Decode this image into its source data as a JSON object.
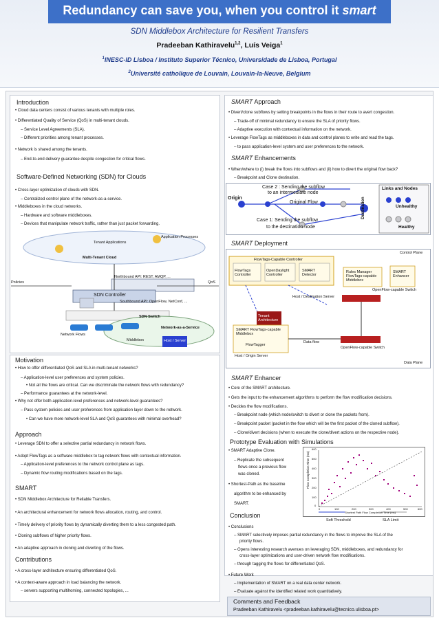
{
  "header": {
    "title_prefix": "Redundancy can save you, when you control it",
    "title_italic": "smart",
    "subtitle": "SDN Middlebox Architecture for Resilient Transfers",
    "authors": "Pradeeban Kathiravelu",
    "authors_sup": "1,2",
    "authors_sep": ", Luís Veiga",
    "authors_sup2": "1",
    "affil1_sup": "1",
    "affil1": "INESC-ID Lisboa / Instituto Superior Técnico, Universidade de Lisboa, Portugal",
    "affil2_sup": "2",
    "affil2": "Université catholique de Louvain, Louvain-la-Neuve, Belgium"
  },
  "left": {
    "intro": {
      "title": "Introduction",
      "lines": [
        "• Cloud data centers consist of various tenants with multiple roles.",
        "• Differentiated Quality of Service (QoS) in multi-tenant clouds.",
        "– Service Level Agreements (SLA).",
        "– Different priorities among tenant processes.",
        "• Network is shared among the tenants.",
        "– End-to-end delivery guarantee despite congestion for critical flows."
      ]
    },
    "sdn": {
      "title": "Software-Defined Networking (SDN) for Clouds",
      "lines": [
        "• Cross-layer optimization of clouds with SDN.",
        "– Centralized control plane of the network-as-a-service.",
        "• Middleboxes in the cloud networks.",
        "– Hardware and software middleboxes.",
        "– Devices that manipulate network traffic, rather than just packet forwarding."
      ],
      "fig": {
        "tenant_apps": "Tenant Applications",
        "app_procs": "Application Processes",
        "cloud": "Multi-Tenant Cloud",
        "northbound": "Northbound API: REST, AMQP, ...",
        "policies": "Policies",
        "qos": "QoS",
        "controller": "SDN Controller",
        "southbound": "Southbound API: OpenFlow, NetConf, ...",
        "sdn_switch": "SDN Switch",
        "naas": "Network-as-a-Service",
        "net_flows": "Network Flows",
        "middlebox": "Middlebox",
        "host": "Host / Server"
      }
    },
    "motivation": {
      "title": "Motivation",
      "lines": [
        "• How to offer differentiated QoS and SLA in multi-tenant networks?",
        "– Application-level user preferences and system policies.",
        "• Not all the flows are critical. Can we discriminate the network flows with redundancy?",
        "– Performance guarantees at the network-level.",
        "• Why not offer both application-level preferences and network-level guarantees?",
        "– Pass system policies and user preferences from application layer down to the network.",
        "• Can we have more network-level SLA and QoS guarantees with minimal overhead?"
      ]
    },
    "approach": {
      "title": "Approach",
      "lines": [
        "• Leverage SDN to offer a selective partial redundancy in network flows.",
        "• Adopt FlowTags as a software middlebox to tag network flows with contextual information.",
        "– Application-level preferences to the network control plane as tags.",
        "– Dynamic flow routing modifications based on the tags."
      ]
    },
    "smart": {
      "title": "SMART",
      "lines": [
        "• SDN Middlebox Architecture for Reliable Transfers.",
        "• An architectural enhancement for network flows allocation, routing, and control.",
        "• Timely delivery of priority flows by dynamically diverting them to a less congested path.",
        "• Cloning subflows of higher priority flows.",
        "• An adaptive approach in cloning and diverting of the flows."
      ]
    },
    "contrib": {
      "title": "Contributions",
      "lines": [
        "• A cross-layer architecture ensuring differentiated QoS.",
        "• A context-aware approach in load balancing the network.",
        "– servers supporting multihoming, connected topologies, ..."
      ]
    }
  },
  "right": {
    "smart_approach": {
      "title_italic": "SMART",
      "title_rest": "Approach",
      "lines": [
        "• Divert/clone subflows by setting breakpoints in the flows in their route to avert congestion.",
        "– Trade-off of minimal redundancy to ensure the SLA of priority flows.",
        "– Adaptive execution with contextual information on the network.",
        "• Leverage FlowTags as middleboxes in data and control planes to write and read the tags.",
        "– to pass application-level system and user preferences to the network."
      ]
    },
    "enhancements": {
      "title_italic": "SMART",
      "title_rest": "Enhancements",
      "lines": [
        "• When/where to (i) break the flows into subflows and (ii) how to divert the original flow back?",
        "– Breakpoint and Clone destination."
      ],
      "fig": {
        "case2": "Case 2 : Sending the subflow",
        "case2b": "to an intermediate node",
        "origin": "Origin",
        "original": "Original Flow",
        "case1": "Case 1: Sending the subflow",
        "case1b": "to the destination node",
        "destination": "Destination",
        "legend_title": "Links and Nodes",
        "unhealthy": "Unhealthy",
        "healthy": "Healthy"
      }
    },
    "deployment": {
      "title_italic": "SMART",
      "title_rest": "Deployment",
      "fig": {
        "control_plane": "Control Plane",
        "ftc": "FlowTags-Capable Controller",
        "flowtags_ctrl": "FlowTags Controller",
        "odl": "OpenDaylight Controller",
        "smart_det": "SMART Detector",
        "rules": "Rules Manager FlowTags-capable Middlebox",
        "smart_enh": "SMART Enhancer",
        "tenant": "Tenant Architecture",
        "host_dest": "Host / Destination Server",
        "ofswitch": "OpenFlow-capable Switch",
        "smart_ftmb": "SMART FlowTags-capable Middlebox",
        "flowtagger": "FlowTagger",
        "host_origin": "Host / Origin Server",
        "data_flow": "Data flow",
        "ofswitch2": "OpenFlow-capable Switch",
        "data_plane": "Data Plane"
      }
    },
    "enhancer": {
      "title_italic": "SMART",
      "title_rest": "Enhancer",
      "lines": [
        "• Core of the SMART architecture.",
        "• Gets the input to the enhancement algorithms to perform the flow modification decisions.",
        "• Decides the flow modifications.",
        "– Breakpoint node (which node/switch to divert or clone the packets from).",
        "– Breakpoint packet (packet in the flow which will be the first packet of the cloned subflow).",
        "– Clone/divert decisions (when to execute the clone/divert actions on the respective node)."
      ]
    },
    "prototype": {
      "title": "Prototype Evaluation with Simulations",
      "lines": [
        "• SMART Adaptive Clone.",
        "– Replicate the subsequent",
        "flows once a previous flow",
        "was cloned.",
        "• Shortest-Path as the baseline",
        "algorithm to be enhanced by",
        "SMART."
      ],
      "chart": {
        "ylabel": "Flow Completion Time (ms)",
        "xlabel": "Shortest Path Flow Completion Time (ms)",
        "yticks": [
          "600",
          "500",
          "400",
          "300",
          "200",
          "100",
          "0"
        ],
        "xticks": [
          "0",
          "100",
          "200",
          "300",
          "400",
          "500",
          "600"
        ],
        "legend_a": "Soft Threshold",
        "legend_b": "SLA Limit"
      }
    },
    "conclusion": {
      "title": "Conclusion",
      "lines": [
        "• Conclusions",
        "– SMART selectively imposes partial redundancy in the flows to improve the SLA of the",
        "priority flows.",
        "– Opens interesting research avenues on leveraging SDN, middleboxes, and redundancy for",
        "cross-layer optimizations and user-driven network flow modifications.",
        "– through tagging the flows for differentiated QoS.",
        "• Future Work",
        "– Implementation of SMART on a real data center network.",
        "– Evaluate against the identified related work quantitatively."
      ]
    },
    "comments": {
      "title": "Comments and Feedback",
      "contact": "Pradeeban Kathiravelu <pradeeban.kathiravelu@tecnico.ulisboa.pt>"
    }
  },
  "colors": {
    "title_band": "#3d70c8",
    "subtitle": "#1d3a8a",
    "arrow_blue": "#2a40d0",
    "unhealthy": "#2a40d0",
    "healthy": "#c8c8cc",
    "scatter": "#a0007a"
  }
}
